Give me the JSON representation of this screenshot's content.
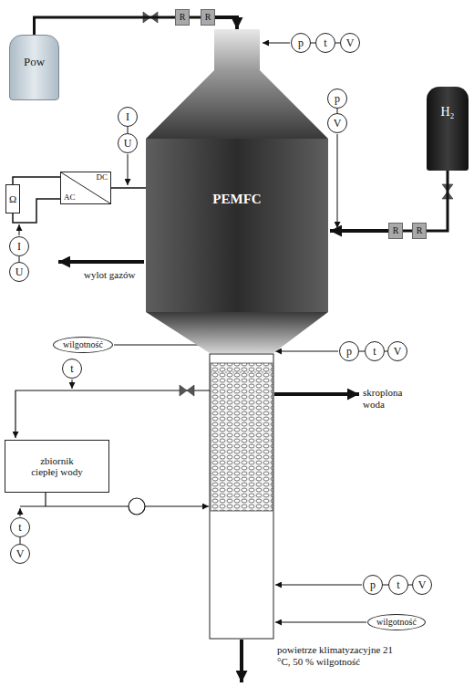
{
  "diagram": {
    "nodes": [
      {
        "text": [
          "Pow"
        ]
      },
      {
        "text": [
          "R"
        ]
      },
      {
        "text": [
          "R"
        ]
      },
      {
        "text": [
          "p"
        ]
      },
      {
        "text": [
          "t"
        ]
      },
      {
        "text": [
          "V"
        ]
      },
      {
        "text": [
          "H₂"
        ]
      },
      {
        "text": [
          "I"
        ]
      },
      {
        "text": [
          "U"
        ]
      },
      {
        "text": [
          "PEMFC"
        ]
      },
      {
        "text": [
          "DC",
          "AC"
        ]
      },
      {
        "text": [
          "Ω"
        ]
      },
      {
        "text": [
          "p"
        ]
      },
      {
        "text": [
          "V"
        ]
      },
      {
        "text": [
          "R"
        ]
      },
      {
        "text": [
          "R"
        ]
      },
      {
        "text": [
          "I"
        ]
      },
      {
        "text": [
          "U"
        ]
      },
      {
        "text": [
          "wilgotność"
        ]
      },
      {
        "text": [
          "p"
        ]
      },
      {
        "text": [
          "t"
        ]
      },
      {
        "text": [
          "V"
        ]
      },
      {
        "text": [
          "t"
        ]
      },
      {
        "text": [
          "zbiornik ciepłej wody"
        ]
      },
      {
        "text": [
          "t"
        ]
      },
      {
        "text": [
          "V"
        ]
      },
      {
        "text": [
          "p"
        ]
      },
      {
        "text": [
          "t"
        ]
      },
      {
        "text": [
          "V"
        ]
      },
      {
        "text": [
          "wilgotność"
        ]
      }
    ],
    "edges": [
      {
        "from": 0,
        "to": 1,
        "arrow": "none"
      },
      {
        "from": 1,
        "to": 2,
        "arrow": "none"
      },
      {
        "from": 2,
        "to": 9,
        "arrow": "to"
      },
      {
        "from": 3,
        "to": 4,
        "arrow": "none"
      },
      {
        "from": 4,
        "to": 5,
        "arrow": "none"
      },
      {
        "from": 6,
        "to": 15,
        "arrow": "none"
      },
      {
        "from": 15,
        "to": 14,
        "arrow": "none"
      },
      {
        "from": 14,
        "to": 9,
        "arrow": "to"
      },
      {
        "from": 7,
        "to": 8,
        "arrow": "none"
      },
      {
        "from": 10,
        "to": 9,
        "arrow": "none"
      },
      {
        "from": 10,
        "to": 11,
        "arrow": "none"
      },
      {
        "from": 12,
        "to": 13,
        "arrow": "none"
      },
      {
        "from": 16,
        "to": 17,
        "arrow": "none"
      },
      {
        "from": 19,
        "to": 20,
        "arrow": "none"
      },
      {
        "from": 20,
        "to": 21,
        "arrow": "none"
      },
      {
        "from": 24,
        "to": 25,
        "arrow": "none"
      },
      {
        "from": 26,
        "to": 27,
        "arrow": "none"
      },
      {
        "from": 27,
        "to": 28,
        "arrow": "none"
      }
    ],
    "labels": [
      "wylot gazów",
      "skroplona woda",
      "powietrze klimatyzacyjne 21 °C, 50 % wilgotność"
    ]
  }
}
